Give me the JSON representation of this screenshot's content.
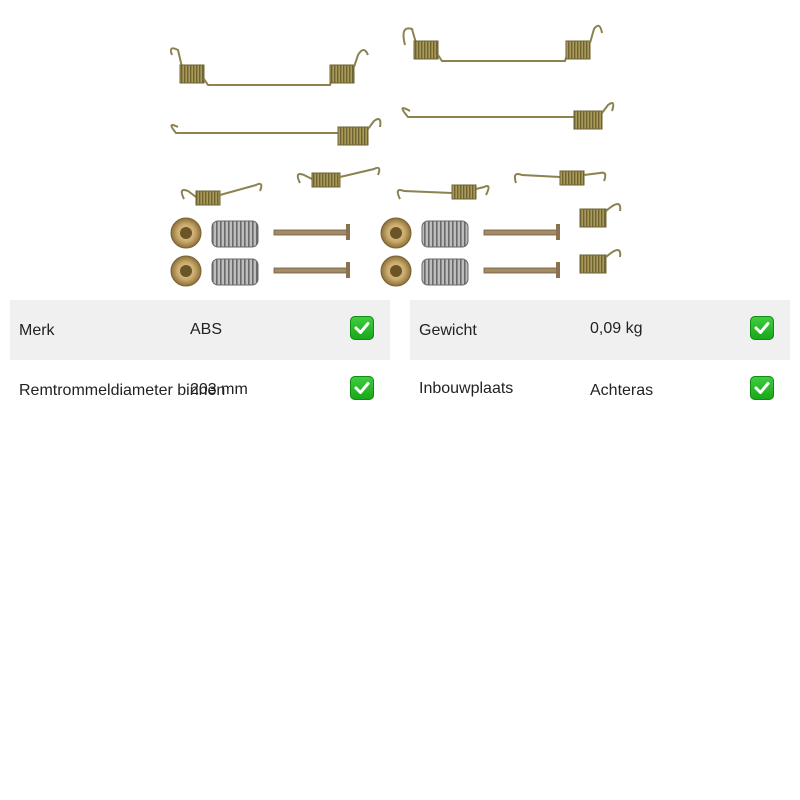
{
  "product": {
    "image_icon": "brake-spring-kit-photo"
  },
  "specs": [
    {
      "label": "Merk",
      "value": "ABS",
      "icon": "check-icon"
    },
    {
      "label": "Gewicht",
      "value": "0,09 kg",
      "icon": "check-icon"
    },
    {
      "label": "Remtrommeldiameter binnen",
      "value": "203 mm",
      "icon": "check-icon"
    },
    {
      "label": "Inbouwplaats",
      "value": "Achteras",
      "icon": "check-icon"
    }
  ],
  "colors": {
    "row_shade": "#f0f0f0",
    "check_green": "#1aa51a"
  }
}
